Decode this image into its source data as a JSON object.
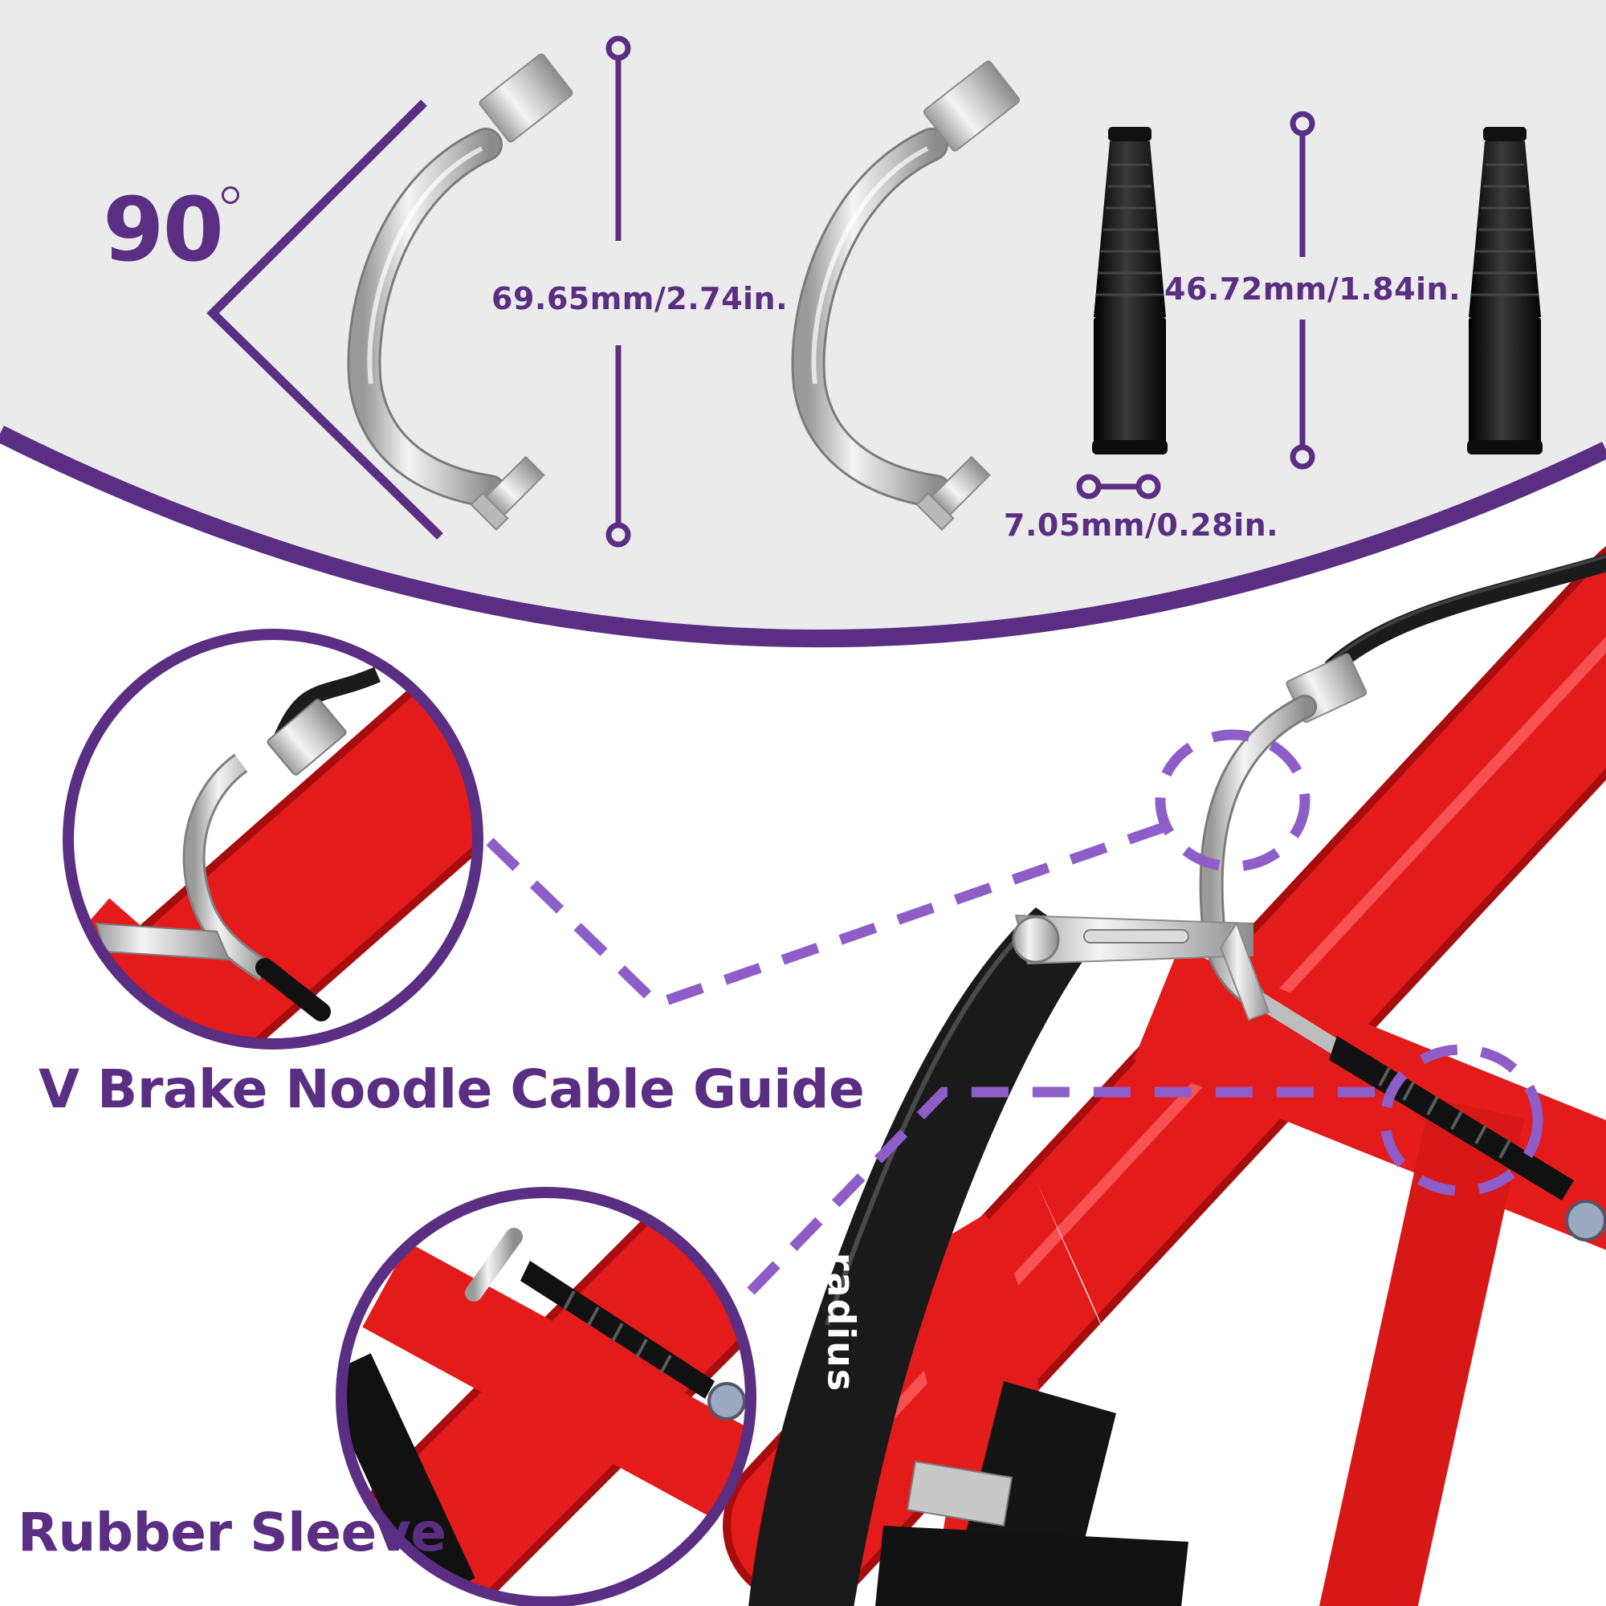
{
  "top_panel": {
    "angle_value": "90",
    "guide_length": "69.65mm/2.74in.",
    "sleeve_length": "46.72mm/1.84in.",
    "sleeve_diameter": "7.05mm/0.28in."
  },
  "bottom_panel": {
    "guide_title": "V Brake Noodle Cable Guide",
    "sleeve_title": "Rubber Sleeve",
    "brake_brand": "radius"
  },
  "colors": {
    "accent": "#5a2e82",
    "dash": "#8e5ec8",
    "frame": "#e31b1b",
    "panel_bg": "#ebebeb",
    "brake_arm": "#1a1a1a",
    "metal": "#d8d8d8"
  },
  "icons": [
    "angle-chevron-icon",
    "dimension-line-icon",
    "magnifier-circle-icon"
  ]
}
